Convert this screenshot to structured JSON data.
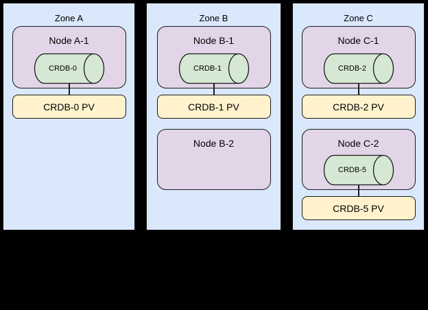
{
  "colors": {
    "background": "#000000",
    "zone_fill": "#dae8fc",
    "node_fill": "#e1d5e7",
    "database_fill": "#d5e8d4",
    "pv_fill": "#fff2cc",
    "border": "#1a1a1a",
    "text": "#000000"
  },
  "zones": [
    {
      "title": "Zone A",
      "nodes": [
        {
          "title": "Node A-1",
          "database": "CRDB-0",
          "pv": "CRDB-0 PV"
        }
      ]
    },
    {
      "title": "Zone B",
      "nodes": [
        {
          "title": "Node B-1",
          "database": "CRDB-1",
          "pv": "CRDB-1 PV"
        },
        {
          "title": "Node B-2"
        }
      ]
    },
    {
      "title": "Zone C",
      "nodes": [
        {
          "title": "Node C-1",
          "database": "CRDB-2",
          "pv": "CRDB-2 PV"
        },
        {
          "title": "Node C-2",
          "database": "CRDB-5",
          "pv": "CRDB-5 PV"
        }
      ]
    }
  ]
}
